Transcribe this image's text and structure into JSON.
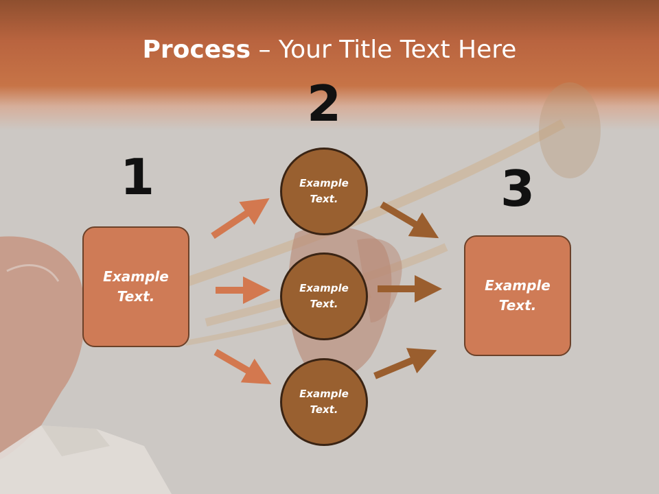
{
  "slide": {
    "title_bold": "Process",
    "title_rest": " – Your Title Text Here"
  },
  "steps": [
    {
      "number": "1",
      "label": "Example Text."
    },
    {
      "number": "2",
      "label": "Example Text."
    },
    {
      "number": "3",
      "label": "Example Text."
    }
  ],
  "middle_nodes": [
    {
      "label": "Example Text."
    },
    {
      "label": "Example Text."
    },
    {
      "label": "Example Text."
    }
  ],
  "colors": {
    "header_band": "#c77447",
    "box_fill": "#cf7b56",
    "circle_fill": "#996030",
    "arrow_left": "#d3784f",
    "arrow_right": "#9a5e2e",
    "background": "#ccc8c4"
  }
}
